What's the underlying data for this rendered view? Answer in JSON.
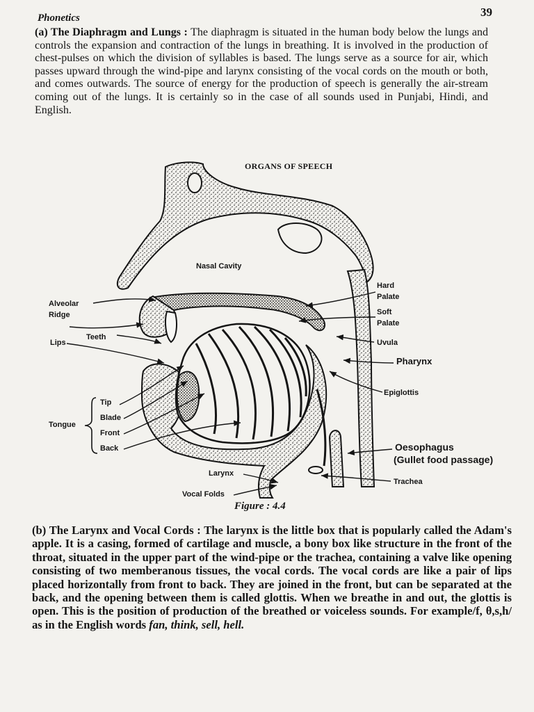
{
  "header": {
    "running_head": "Phonetics",
    "page_number": "39"
  },
  "section_a": {
    "heading": "(a) The Diaphragm and Lungs :",
    "text": " The diaphragm is situated in the human body below the lungs and controls the expansion and contraction of the lungs in breathing. It is involved in the production of chest-pulses on which the division of syllables is based. The lungs serve as a source for air, which passes upward through the wind-pipe and larynx consisting of the vocal cords on the mouth or both, and comes outwards. The source of energy for the production of speech is generally the air-stream coming out of the lungs. It is certainly so in the case of all sounds used in Punjabi, Hindi, and English."
  },
  "figure": {
    "title": "ORGANS OF SPEECH",
    "caption": "Figure : 4.4",
    "labels": {
      "nasal_cavity": "Nasal Cavity",
      "alveolar_ridge_1": "Alveolar",
      "alveolar_ridge_2": "Ridge",
      "teeth": "Teeth",
      "lips": "Lips",
      "hard_palate_1": "Hard",
      "hard_palate_2": "Palate",
      "soft_palate_1": "Soft",
      "soft_palate_2": "Palate",
      "uvula": "Uvula",
      "pharynx": "Pharynx",
      "epiglottis": "Epiglottis",
      "tongue": "Tongue",
      "tip": "Tip",
      "blade": "Blade",
      "front": "Front",
      "back": "Back",
      "oesophagus": "Oesophagus",
      "gullet": "(Gullet food passage)",
      "larynx": "Larynx",
      "trachea": "Trachea",
      "vocal_folds": "Vocal Folds"
    }
  },
  "section_b": {
    "heading": "(b) The Larynx and Vocal Cords :",
    "text_1": " The larynx is the little box that is popularly called the Adam's apple. It is a casing, formed of cartilage and muscle, a bony box like structure in the front of the throat, situated in the upper part of the wind-pipe or the trachea, containing a valve like opening consisting of two memberanous tissues, the vocal cords. The vocal cords are like a pair of lips placed horizontally from front to back. They are joined in the front, but can be separated at the back, and the opening between them is called glottis. When we breathe in and out, the glottis is open. This is the position of production of the breathed or voiceless sounds. For example/f, θ,s,h/ as in the English words ",
    "examples": "fan, think, sell, hell."
  }
}
